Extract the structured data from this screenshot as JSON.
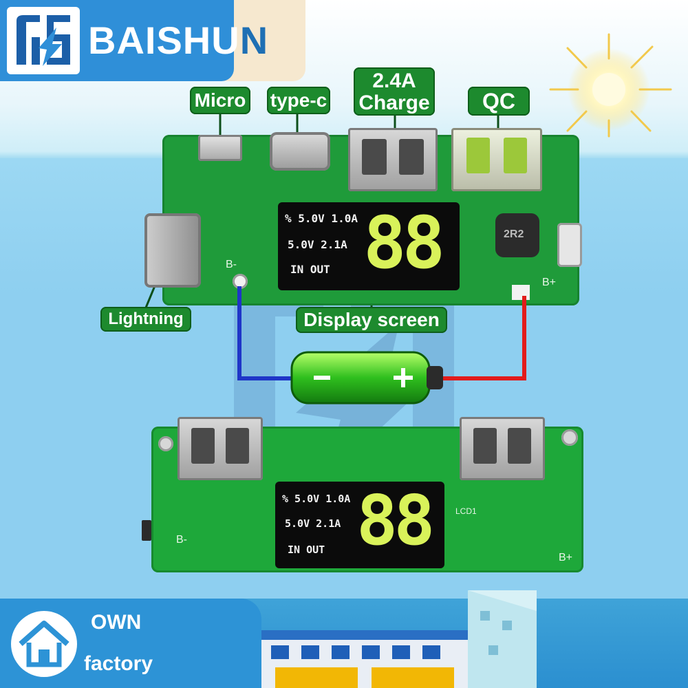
{
  "brand": {
    "name_main": "BAISHU",
    "name_tail": "N"
  },
  "labels": {
    "micro": "Micro",
    "typec": "type-c",
    "charge_line1": "2.4A",
    "charge_line2": "Charge",
    "qc": "QC",
    "lightning": "Lightning",
    "display": "Display screen"
  },
  "lcd": {
    "line1": "% 5.0V 1.0A",
    "line2": "5.0V 2.1A",
    "line3": "IN OUT",
    "digits": "88"
  },
  "pcb_marks": {
    "b_minus": "B-",
    "b_plus": "B+",
    "coil": "2R2",
    "lcd_ref": "LCD1"
  },
  "footer": {
    "own": "OWN",
    "factory": "factory"
  },
  "colors": {
    "brand_blue": "#2f8fd8",
    "label_green": "#1d8a2e",
    "pcb_green": "#1f9b3a",
    "lcd_digit": "#d9f25a",
    "wire_red": "#e21b1b",
    "wire_blue": "#1f35c8"
  },
  "icons": [
    "brand-logo-icon",
    "sun-icon",
    "battery-icon",
    "house-icon",
    "factory-building-icon"
  ]
}
